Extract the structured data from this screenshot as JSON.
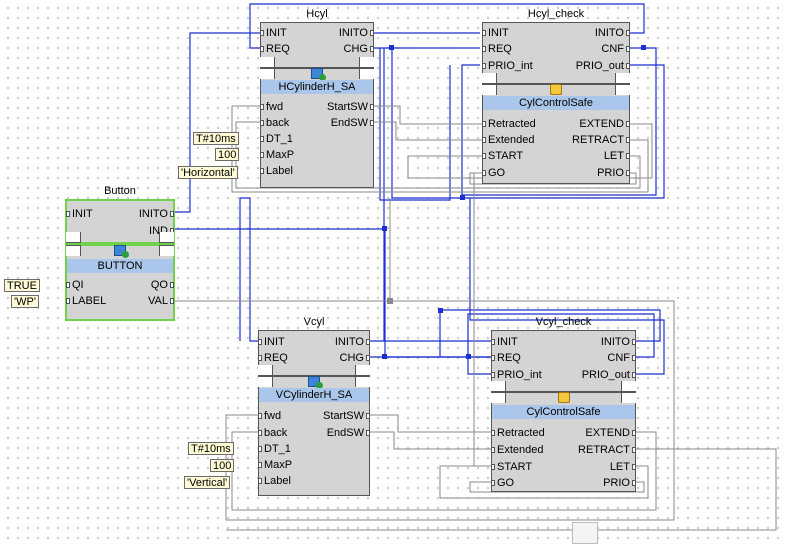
{
  "blocks": {
    "hcyl": {
      "name": "Hcyl",
      "type": "HCylinderH_SA",
      "events_in": [
        "INIT",
        "REQ"
      ],
      "events_out": [
        "INITO",
        "CHG"
      ],
      "data_in": [
        "fwd",
        "back",
        "DT_1",
        "MaxP",
        "Label"
      ],
      "data_out": [
        "StartSW",
        "EndSW"
      ]
    },
    "hcyl_check": {
      "name": "Hcyl_check",
      "type": "CylControlSafe",
      "events_in": [
        "INIT",
        "REQ",
        "PRIO_int"
      ],
      "events_out": [
        "INITO",
        "CNF",
        "PRIO_out"
      ],
      "data_in": [
        "Retracted",
        "Extended",
        "START",
        "GO"
      ],
      "data_out": [
        "EXTEND",
        "RETRACT",
        "LET",
        "PRIO"
      ]
    },
    "button": {
      "name": "Button",
      "type": "BUTTON",
      "events_in": [
        "INIT"
      ],
      "events_out": [
        "INITO",
        "IND"
      ],
      "data_in": [
        "QI",
        "LABEL"
      ],
      "data_out": [
        "QO",
        "VAL"
      ]
    },
    "vcyl": {
      "name": "Vcyl",
      "type": "VCylinderH_SA",
      "events_in": [
        "INIT",
        "REQ"
      ],
      "events_out": [
        "INITO",
        "CHG"
      ],
      "data_in": [
        "fwd",
        "back",
        "DT_1",
        "MaxP",
        "Label"
      ],
      "data_out": [
        "StartSW",
        "EndSW"
      ]
    },
    "vcyl_check": {
      "name": "Vcyl_check",
      "type": "CylControlSafe",
      "events_in": [
        "INIT",
        "REQ",
        "PRIO_int"
      ],
      "events_out": [
        "INITO",
        "CNF",
        "PRIO_out"
      ],
      "data_in": [
        "Retracted",
        "Extended",
        "START",
        "GO"
      ],
      "data_out": [
        "EXTEND",
        "RETRACT",
        "LET",
        "PRIO"
      ]
    }
  },
  "params": {
    "hcyl_dt": "T#10ms",
    "hcyl_maxp": "100",
    "hcyl_label": "'Horizontal'",
    "button_qi": "TRUE",
    "button_label": "'WP'",
    "vcyl_dt": "T#10ms",
    "vcyl_maxp": "100",
    "vcyl_label": "'Vertical'"
  },
  "colors": {
    "event_wire": "#1c2fd1",
    "data_wire": "#8a8a8a",
    "type_bar": "#aac6ea",
    "block_body": "#d4d4d4",
    "selection": "#6fd24a",
    "param_bg": "#fffbd6"
  }
}
